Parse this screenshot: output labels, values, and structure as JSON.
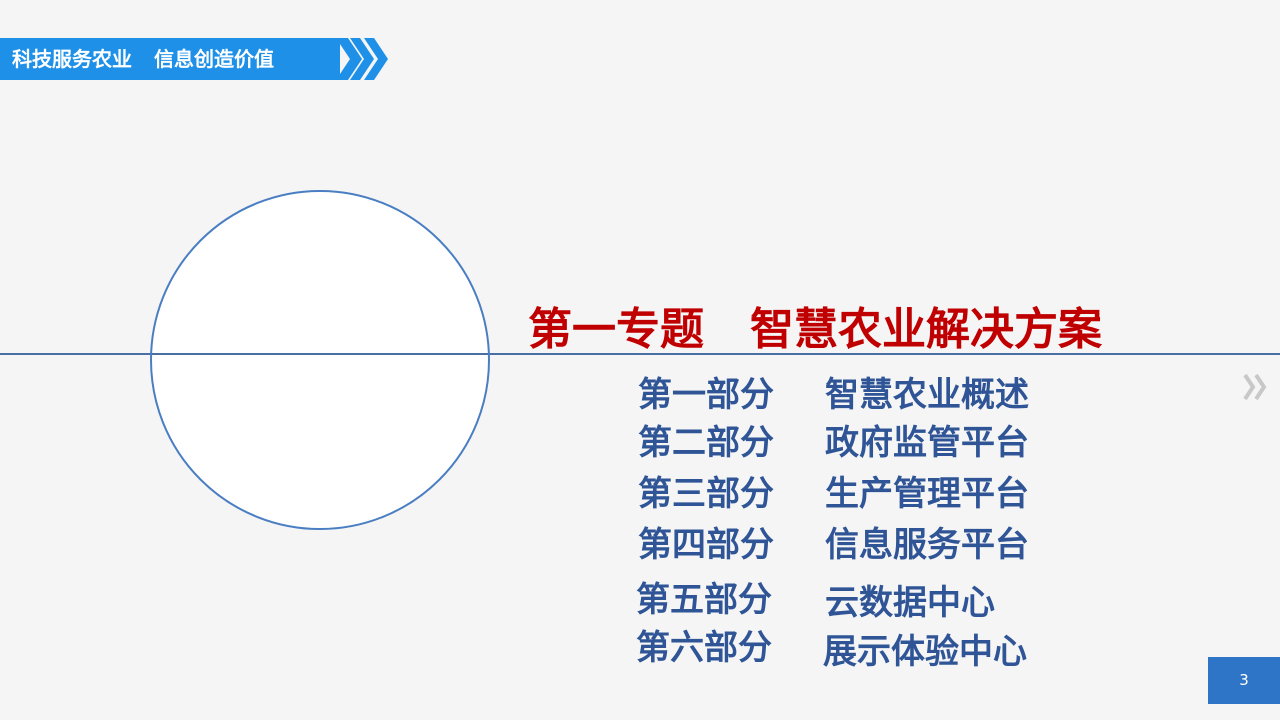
{
  "header": {
    "slogan_left": "科技服务农业",
    "slogan_right": "信息创造价值",
    "colors": {
      "banner": "#1e90e8",
      "chevrons": "#1e90e8"
    }
  },
  "title": {
    "topic": "第一专题",
    "subject": "智慧农业解决方案",
    "color": "#c00000"
  },
  "agenda": [
    {
      "part": "第一部分",
      "name": "智慧农业概述"
    },
    {
      "part": "第二部分",
      "name": "政府监管平台"
    },
    {
      "part": "第三部分",
      "name": "生产管理平台"
    },
    {
      "part": "第四部分",
      "name": "信息服务平台"
    },
    {
      "part": "第五部分",
      "name": "云数据中心"
    },
    {
      "part": "第六部分",
      "name": "展示体验中心"
    }
  ],
  "agenda_color": "#2f5597",
  "page_number": "3",
  "icons": {
    "banner": "double-chevron-right-icon",
    "section": "double-chevron-right-icon"
  }
}
